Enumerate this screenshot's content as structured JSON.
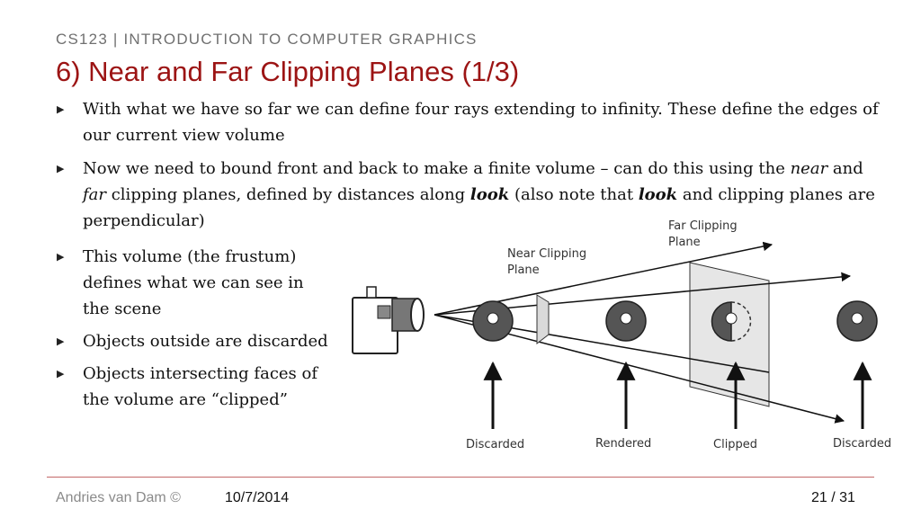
{
  "header": {
    "course": "CS123 | INTRODUCTION TO COMPUTER GRAPHICS",
    "title": "6) Near and Far Clipping Planes (1/3)"
  },
  "bullets_top": [
    {
      "text": "With what we have so far we can define four rays extending to infinity. These define the edges of our current view volume"
    },
    {
      "p1": "Now we need to bound front and back to make a finite volume – can do this using the ",
      "near": "near",
      "p2": " and ",
      "far": "far",
      "p3": " clipping planes, defined by distances along ",
      "look1": "look",
      "p4": " (also note that ",
      "look2": "look",
      "p5": " and clipping planes are perpendicular)"
    }
  ],
  "bullets_left": [
    "This volume (the frustum) defines what we can see in the scene",
    "Objects outside are discarded",
    "Objects intersecting faces of the volume are “clipped”"
  ],
  "diagram": {
    "far_label_line1": "Far Clipping",
    "far_label_line2": "Plane",
    "near_label_line1": "Near Clipping",
    "near_label_line2": "Plane",
    "label_discarded_1": "Discarded",
    "label_rendered": "Rendered",
    "label_clipped": "Clipped",
    "label_discarded_2": "Discarded"
  },
  "footer": {
    "author": "Andries van Dam ©",
    "date": "10/7/2014",
    "page": "21 / 31"
  }
}
